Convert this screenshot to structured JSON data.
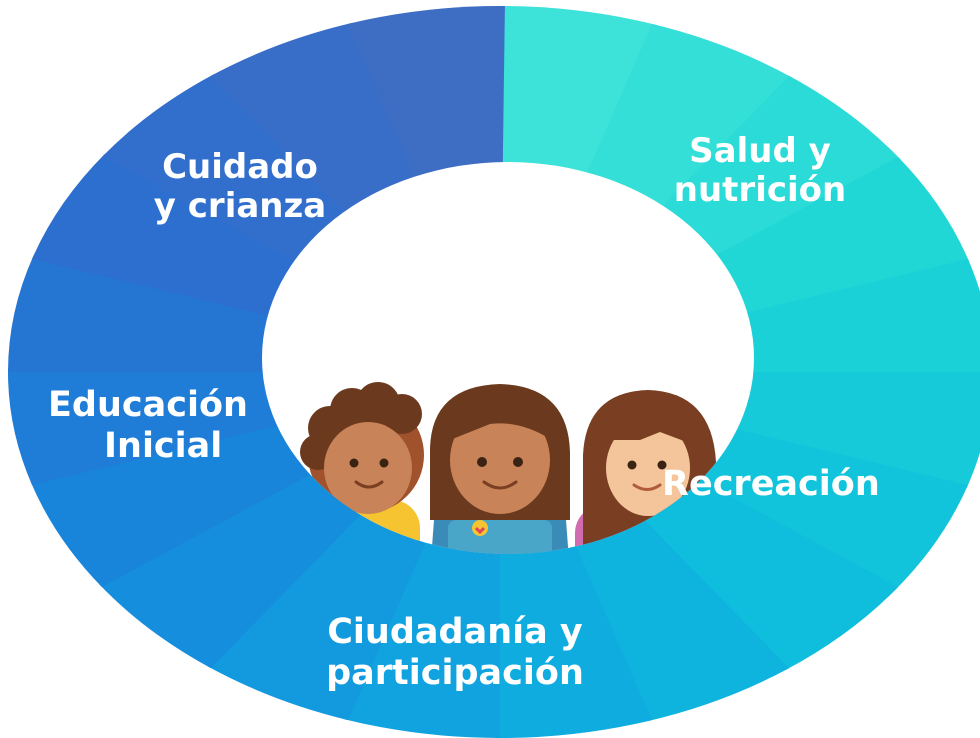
{
  "segments": [
    {
      "lines": [
        "Salud y",
        "nutrición"
      ],
      "color": "#1fd6d6"
    },
    {
      "lines": [
        "Recreación"
      ],
      "color": "#0fc2dc"
    },
    {
      "lines": [
        "Ciudadanía y",
        "participación"
      ],
      "color": "#0fa8e0"
    },
    {
      "lines": [
        "Educación",
        "Inicial"
      ],
      "color": "#1688dc"
    },
    {
      "lines": [
        "Cuidado",
        "y crianza"
      ],
      "color": "#2b6fd0"
    }
  ],
  "colors": {
    "top_left_slice": "#3e6ec4",
    "top_right_slice": "#3de3d8",
    "background": "#ffffff"
  },
  "center_image": {
    "icon": "three-children-icon"
  }
}
